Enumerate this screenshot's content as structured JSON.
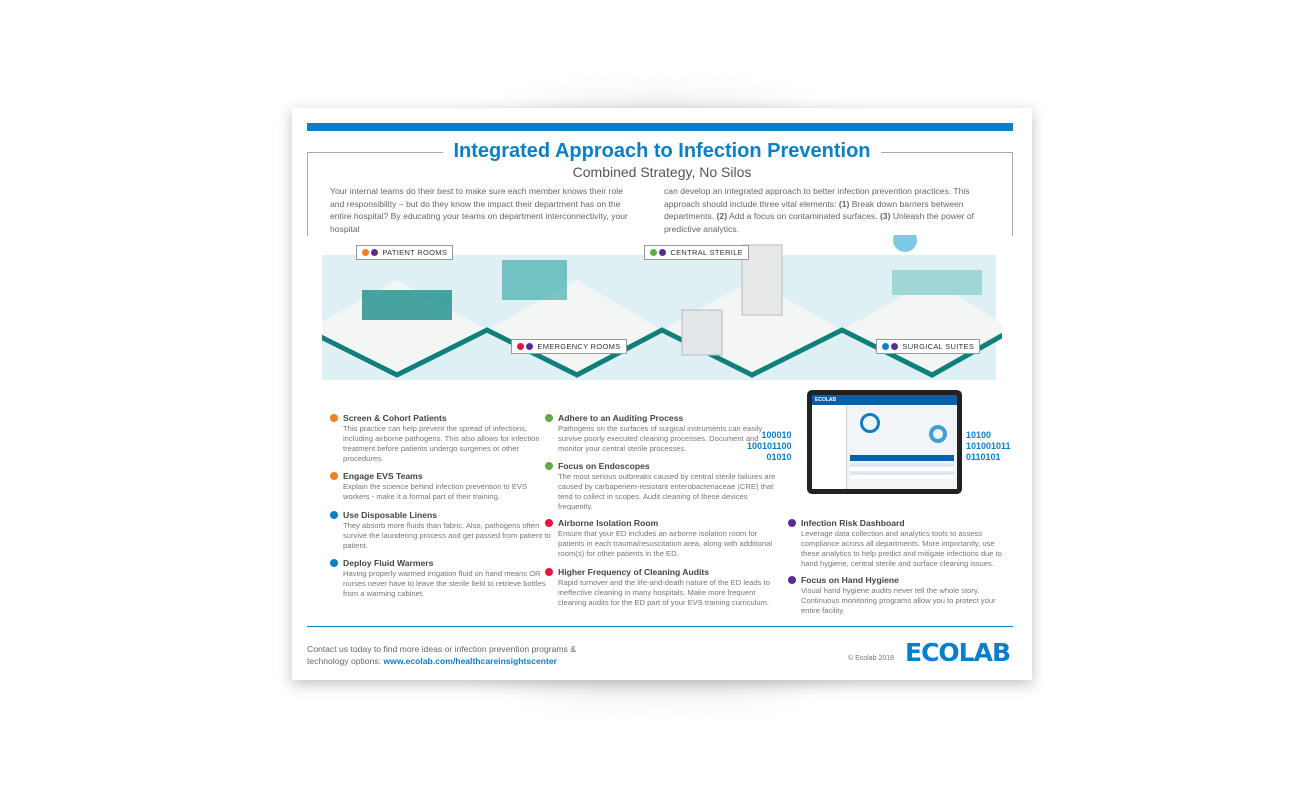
{
  "header": {
    "title": "Integrated Approach to Infection Prevention",
    "subtitle": "Combined Strategy, No Silos"
  },
  "intro": {
    "col1": "Your internal teams do their best to make sure each member knows their role and responsibility – but do they know the impact their department has on the entire hospital? By educating your teams on department interconnectivity, your hospital",
    "col2_a": "can develop an integrated approach to better infection prevention practices. This approach should include three vital elements: ",
    "n1": "(1)",
    "t1": " Break down barriers between departments. ",
    "n2": "(2)",
    "t2": " Add a focus on contaminated surfaces. ",
    "n3": "(3)",
    "t3": " Unleash the power of predictive analytics."
  },
  "areas": [
    "PATIENT ROOMS",
    "EMERGENCY ROOMS",
    "CENTRAL STERILE",
    "SURGICAL SUITES"
  ],
  "colors": {
    "orange": "#f07f1f",
    "blue": "#0a7fc9",
    "green": "#5cb03c",
    "red": "#e2173b",
    "purple": "#5b2c8f",
    "teal": "#0f7f7a"
  },
  "items": [
    {
      "title": "Screen & Cohort Patients",
      "text": "This practice can help prevent the spread of infections, including airborne pathogens. This also allows for infection treatment before patients undergo surgeries or other procedures."
    },
    {
      "title": "Engage EVS Teams",
      "text": "Explain the science behind infection prevention to EVS workers - make it a formal part of their training."
    },
    {
      "title": "Use Disposable Linens",
      "text": "They absorb more fluids than fabric. Also, pathogens often survive the laundering process and get passed from patient to patient."
    },
    {
      "title": "Deploy Fluid Warmers",
      "text": "Having properly warmed irrigation fluid on hand means OR nurses never have to leave the sterile field to retrieve bottles from a warming cabinet."
    },
    {
      "title": "Adhere to an Auditing Process",
      "text": "Pathogens on the surfaces of surgical instruments can easily survive poorly executed cleaning processes. Document and monitor your central sterile processes."
    },
    {
      "title": "Focus on Endoscopes",
      "text": "The most serious outbreaks caused by central sterile failures are caused by carbapenem-resistant enterobacteriaceae (CRE) that tend to collect in scopes. Audit cleaning of these devices frequently."
    },
    {
      "title": "Airborne Isolation Room",
      "text": "Ensure that your ED includes an airborne isolation room for patients in each trauma/resuscitation area, along with additional room(s) for other patients in the ED."
    },
    {
      "title": "Higher Frequency of Cleaning Audits",
      "text": "Rapid turnover and the life-and-death nature of the ED leads to ineffective cleaning in many hospitals. Make more frequent cleaning audits for the ED part of your EVS training curriculum."
    },
    {
      "title": "Infection Risk Dashboard",
      "text": "Leverage data collection and analytics tools to assess compliance across all departments. More importantly, use these analytics to help predict and mitigate infections due to hand hygiene, central sterile and surface cleaning issues."
    },
    {
      "title": "Focus on Hand Hygiene",
      "text": "Visual hand hygiene audits never tell the whole story. Continuous monitoring programs allow you to protect your entire facility."
    }
  ],
  "binary": {
    "left": [
      "100010",
      "100101100",
      "01010"
    ],
    "right": [
      "10100",
      "101001011",
      "0110101"
    ]
  },
  "monitor": {
    "brand": "ECOLAB"
  },
  "footer": {
    "contact": "Contact us today to find more ideas or infection prevention programs & technology options: ",
    "url": "www.ecolab.com/healthcareinsightscenter",
    "copyright": "© Ecolab 2018",
    "logo": "ECOLAB"
  }
}
